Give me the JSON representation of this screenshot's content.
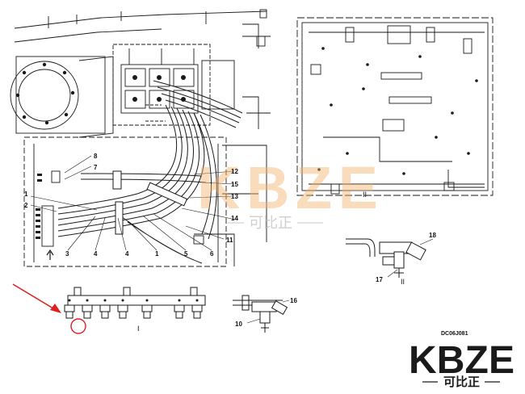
{
  "diagram": {
    "callouts": [
      "1",
      "2",
      "3",
      "4",
      "4",
      "1",
      "5",
      "6",
      "7",
      "8",
      "11",
      "12",
      "13",
      "14",
      "15",
      "10",
      "16",
      "17",
      "18"
    ],
    "view_labels": {
      "main_detail": "I",
      "right_detail": "II",
      "panel_mark": "II"
    },
    "drawing_code": "DC06J081"
  },
  "watermark": {
    "text": "KBZE",
    "subtext": "可比正"
  },
  "logo": {
    "text": "KBZE",
    "subtext": "可比正"
  },
  "colors": {
    "line": "#1a1a1a",
    "watermark": "#f0b26b",
    "arrow": "#e02020",
    "highlight": "#e02020"
  }
}
